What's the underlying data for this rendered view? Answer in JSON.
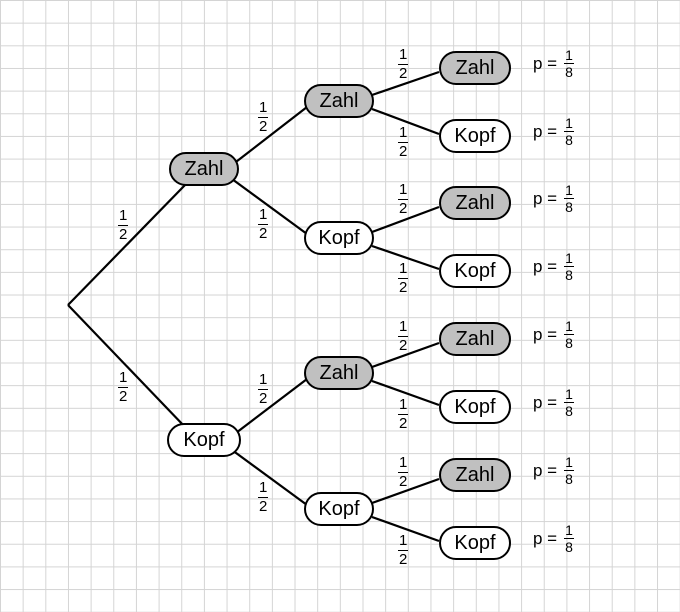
{
  "tree": {
    "branch_label": {
      "num": "1",
      "den": "2"
    },
    "level1": {
      "top": "Zahl",
      "bottom": "Kopf"
    },
    "level2": [
      "Zahl",
      "Kopf",
      "Zahl",
      "Kopf"
    ],
    "level3": [
      "Zahl",
      "Kopf",
      "Zahl",
      "Kopf",
      "Zahl",
      "Kopf",
      "Zahl",
      "Kopf"
    ],
    "outcome_prob": {
      "prefix": "p =",
      "num": "1",
      "den": "8"
    }
  },
  "colors": {
    "zahl_fill": "#c0c0c0",
    "kopf_fill": "#ffffff",
    "grid": "#d4d4d4"
  }
}
